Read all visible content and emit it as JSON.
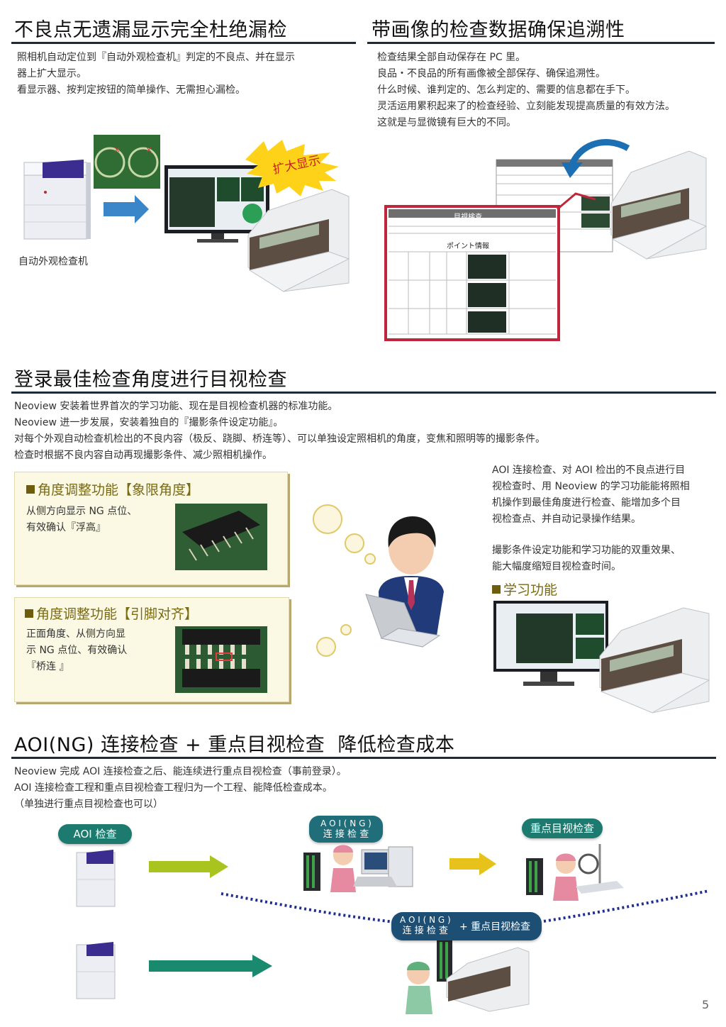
{
  "section1": {
    "title": "不良点无遗漏显示完全杜绝漏检",
    "body": [
      "照相机自动定位到『自动外观检查机』判定的不良点、并在显示",
      "器上扩大显示。",
      "看显示器、按判定按钮的简单操作、无需担心漏检。"
    ],
    "starburst": "扩大显示",
    "machine_caption": "自动外观检查机"
  },
  "section2": {
    "title": "带画像的检查数据确保追溯性",
    "body": [
      "检查结果全部自动保存在 PC 里。",
      "良品・不良品的所有画像被全部保存、确保追溯性。",
      "什么时候、谁判定的、怎么判定的、需要的信息都在手下。",
      "灵活运用累积起来了的检查经验、立刻能发现提高质量的有效方法。",
      "这就是与显微镜有巨大的不同。"
    ],
    "report_title": "目視検査",
    "report_sub": "ポイント情報"
  },
  "section3": {
    "title": "登录最佳检查角度进行目视检查",
    "body": [
      "Neoview 安装着世界首次的学习功能、现在是目视检查机器的标准功能。",
      "Neoview 进一步发展，安装着独自的『撮影条件设定功能』。",
      "对每个外观自动检查机检出的不良内容（极反、跷脚、桥连等）、可以单独设定照相机的角度，变焦和照明等的撮影条件。",
      "检查时根据不良内容自动再现撮影条件、减少照相机操作。"
    ],
    "box1": {
      "heading": "角度调整功能【象限角度】",
      "text": [
        "从侧方向显示 NG 点位、",
        "有效确认『浮高』"
      ]
    },
    "box2": {
      "heading": "角度调整功能【引脚对齐】",
      "text": [
        "正面角度、从侧方向显",
        "示 NG 点位、有效确认",
        "『桥连 』"
      ]
    },
    "right_text1": [
      "AOI 连接检查、对 AOI 检出的不良点进行目",
      "视检查时、用 Neoview 的学习功能能将照相",
      "机操作到最佳角度进行检查、能增加多个目",
      "视检查点、并自动记录操作结果。"
    ],
    "right_text2": [
      "撮影条件设定功能和学习功能的双重效果、",
      "能大幅度缩短目视检查时间。"
    ],
    "learn_heading": "学习功能"
  },
  "section4": {
    "title": "AOI(NG) 连接检查 + 重点目视检查  降低检查成本",
    "body": [
      "Neoview 完成 AOI 连接检查之后、能连续进行重点目视检查（事前登录）。",
      "AOI 连接检查工程和重点目视检查工程归为一个工程、能降低检查成本。",
      "（单独进行重点目视检查也可以）"
    ],
    "pill_aoi": "AOI 检查",
    "pill_aoi_ng": [
      "A O I ( N G )",
      "连 接 检 查"
    ],
    "pill_focus": "重点目视检查",
    "pill_combo_left": [
      "A O I ( N G )",
      "连 接 检 查"
    ],
    "pill_combo_right": "+ 重点目视检查"
  },
  "page_number": "5",
  "colors": {
    "rule": "#1c2a3c",
    "olive_heading": "#7a6a12",
    "teal_pill": "#1d7a6e",
    "navy_pill": "#1d4e74",
    "arrow_blue": "#3a86c9",
    "arrow_green": "#a9c41f",
    "arrow_yellow": "#e6c21a",
    "arrow_teal": "#1a8a6f",
    "dotted_line": "#1e2f8f"
  }
}
